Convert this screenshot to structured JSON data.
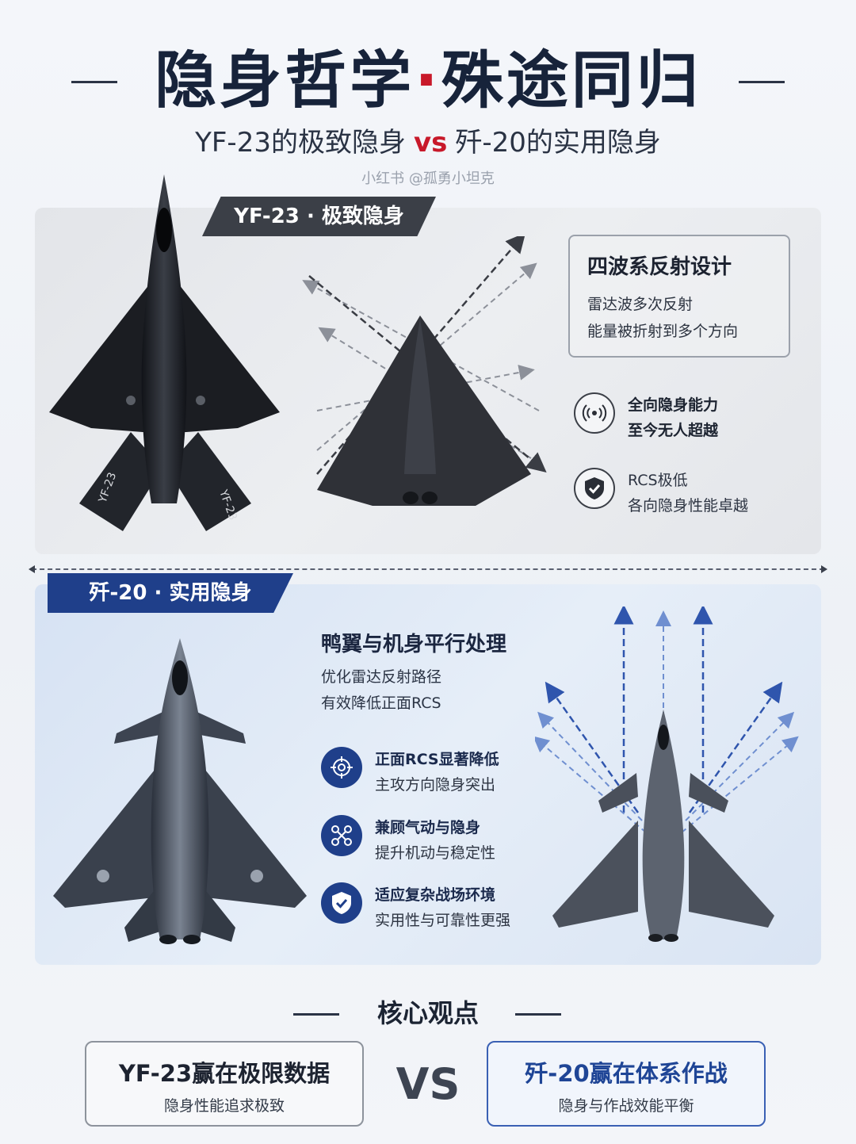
{
  "header": {
    "title_left": "隐身哲学",
    "title_dot": "·",
    "title_right": "殊途同归",
    "subtitle_left": "YF-23的极致隐身",
    "subtitle_vs": "vs",
    "subtitle_right": "歼-20的实用隐身",
    "watermark": "小红书 @孤勇小坦克"
  },
  "yf23": {
    "tab_label": "YF-23 · 极致隐身",
    "aircraft_markings": "YF-23",
    "info_box": {
      "title": "四波系反射设计",
      "line1": "雷达波多次反射",
      "line2": "能量被折射到多个方向"
    },
    "features": [
      {
        "icon": "signal-icon",
        "line1": "全向隐身能力",
        "line2": "至今无人超越"
      },
      {
        "icon": "shield-check-icon",
        "line1": "RCS极低",
        "line2": "各向隐身性能卓越"
      }
    ]
  },
  "j20": {
    "tab_label": "歼-20 · 实用隐身",
    "title": "鸭翼与机身平行处理",
    "desc1": "优化雷达反射路径",
    "desc2": "有效降低正面RCS",
    "features": [
      {
        "icon": "target-icon",
        "line1": "正面RCS显著降低",
        "line2": "主攻方向隐身突出"
      },
      {
        "icon": "network-icon",
        "line1": "兼顾气动与隐身",
        "line2": "提升机动与稳定性"
      },
      {
        "icon": "check-badge-icon",
        "line1": "适应复杂战场环境",
        "line2": "实用性与可靠性更强"
      }
    ]
  },
  "core": {
    "title": "核心观点",
    "left_title": "YF-23赢在极限数据",
    "left_sub": "隐身性能追求极致",
    "vs": "VS",
    "right_title": "歼-20赢在体系作战",
    "right_sub": "隐身与作战效能平衡"
  },
  "colors": {
    "accent_red": "#c8192a",
    "navy": "#1f3f8a",
    "dark_tab": "#3b3f47"
  }
}
